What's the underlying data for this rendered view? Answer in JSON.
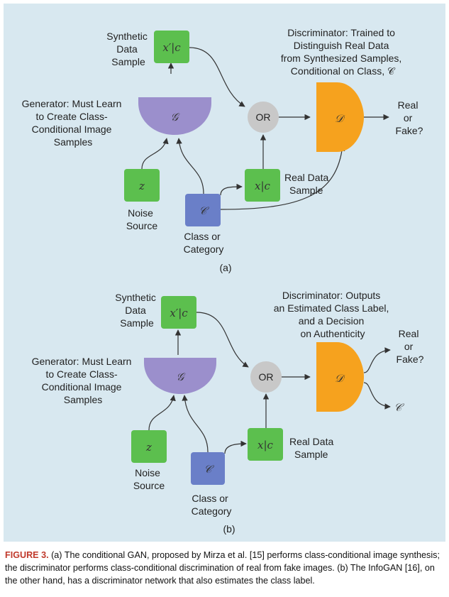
{
  "panel_a": {
    "synthetic_label": [
      "Synthetic",
      "Data",
      "Sample"
    ],
    "xprime_c": "x′|c",
    "generator_desc": [
      "Generator: Must Learn",
      "to Create Class-",
      "Conditional Image",
      "Samples"
    ],
    "generator_symbol": "𝒢",
    "disc_desc": [
      "Discriminator: Trained to",
      "Distinguish Real Data",
      "from Synthesized Samples,",
      "Conditional on Class, 𝒞"
    ],
    "or": "OR",
    "disc_symbol": "𝒟",
    "real_fake": [
      "Real",
      "or",
      "Fake?"
    ],
    "z": "z",
    "noise_label": [
      "Noise",
      "Source"
    ],
    "class_symbol": "𝒞",
    "class_label": [
      "Class or",
      "Category"
    ],
    "x_c": "x|c",
    "real_data_label": [
      "Real Data",
      "Sample"
    ],
    "panel_tag": "(a)"
  },
  "panel_b": {
    "synthetic_label": [
      "Synthetic",
      "Data",
      "Sample"
    ],
    "xprime_c": "x′|c",
    "generator_desc": [
      "Generator: Must Learn",
      "to Create Class-",
      "Conditional Image",
      "Samples"
    ],
    "generator_symbol": "𝒢",
    "disc_desc": [
      "Discriminator: Outputs",
      "an Estimated Class Label,",
      "and a Decision",
      "on Authenticity"
    ],
    "or": "OR",
    "disc_symbol": "𝒟",
    "real_fake": [
      "Real",
      "or",
      "Fake?"
    ],
    "class_out": "𝒞",
    "z": "z",
    "noise_label": [
      "Noise",
      "Source"
    ],
    "class_symbol": "𝒞",
    "class_label": [
      "Class or",
      "Category"
    ],
    "x_c": "x|c",
    "real_data_label": [
      "Real Data",
      "Sample"
    ],
    "panel_tag": "(b)"
  },
  "caption": {
    "label": "FIGURE 3.",
    "text": " (a) The conditional GAN, proposed by Mirza et al. [15] performs class-conditional image synthesis; the discriminator performs class-conditional discrimination of real from fake images. (b) The InfoGAN [16], on the other hand, has a discriminator network that also estimates the class label."
  },
  "colors": {
    "background": "#d8e8f0",
    "green": "#5cbf4e",
    "purple": "#9b8fcc",
    "blue": "#6a7fc8",
    "orange": "#f6a21e",
    "gray": "#c8c8c8",
    "caption_label": "#c0392b"
  }
}
